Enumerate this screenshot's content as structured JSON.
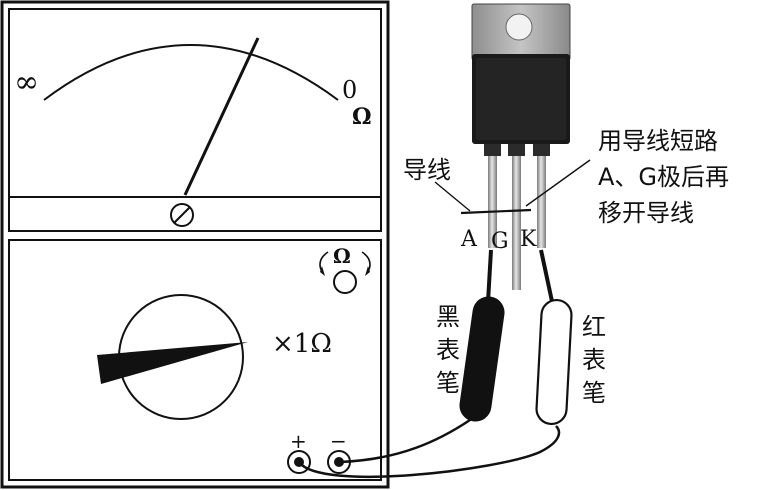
{
  "meter": {
    "scale_left": "∞",
    "scale_right": "0",
    "unit": "Ω",
    "knob_symbol": "Ω",
    "range": "×1Ω",
    "terminal_plus": "+",
    "terminal_minus": "−"
  },
  "component": {
    "pin_a": "A",
    "pin_g": "G",
    "pin_k": "K",
    "wire_label": "导线",
    "note_lines": [
      "用导线短路",
      "A、G极后再",
      "移开导线"
    ]
  },
  "probes": {
    "black": [
      "黑",
      "表",
      "笔"
    ],
    "red": [
      "红",
      "表",
      "笔"
    ]
  },
  "colors": {
    "ink": "#111111",
    "device_body": "#1a1a1a",
    "heatsink": "#a8a8a8",
    "lead": "#bdbdbd"
  }
}
